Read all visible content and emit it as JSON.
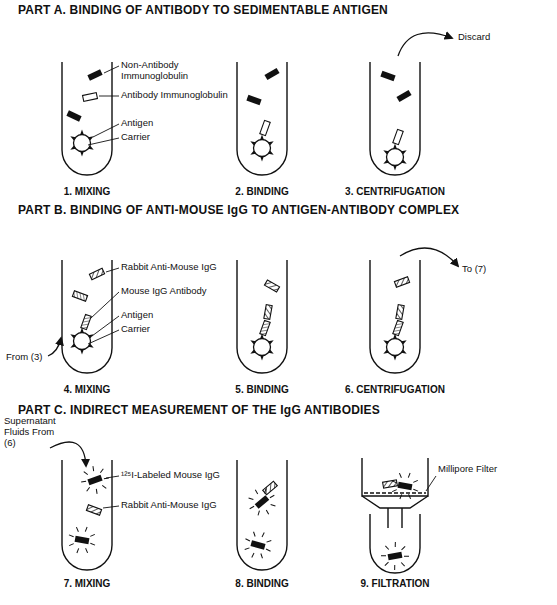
{
  "diagram": {
    "labels": [
      "PART A.  BINDING OF ANTIBODY TO SEDIMENTABLE ANTIGEN",
      "Non-Antibody Immunoglobulin",
      "Antibody Immunoglobulin",
      "Antigen",
      "Carrier",
      "Discard",
      "1. MIXING",
      "2. BINDING",
      "3. CENTRIFUGATION",
      "PART B.  BINDING OF ANTI-MOUSE IgG TO ANTIGEN-ANTIBODY COMPLEX",
      "Rabbit Anti-Mouse IgG",
      "Mouse IgG Antibody",
      "Antigen",
      "Carrier",
      "From (3)",
      "To (7)",
      "4. MIXING",
      "5. BINDING",
      "6. CENTRIFUGATION",
      "PART C.  INDIRECT MEASUREMENT OF THE IgG ANTIBODIES",
      "Supernatant Fluids From (6)",
      "¹²⁵I-Labeled Mouse IgG",
      "Rabbit Anti-Mouse IgG",
      "Millipore Filter",
      "7. MIXING",
      "8. BINDING",
      "9. FILTRATION"
    ]
  }
}
